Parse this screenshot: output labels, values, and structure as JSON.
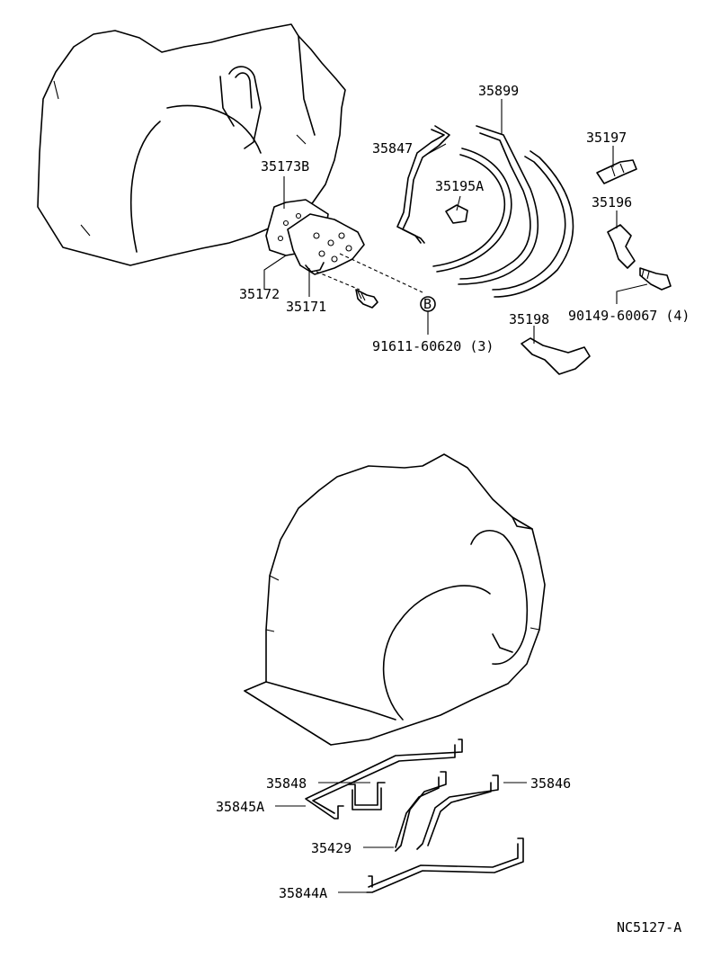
{
  "diagram_code": "NC5127-A",
  "part_labels": {
    "p35899": "35899",
    "p35847": "35847",
    "p35197": "35197",
    "p35173B": "35173B",
    "p35195A": "35195A",
    "p35196": "35196",
    "p35172": "35172",
    "p35171": "35171",
    "p35198": "35198",
    "p90149": "90149-60067 (4)",
    "p91611": "91611-60620 (3)",
    "p35848": "35848",
    "p35846": "35846",
    "p35845A": "35845A",
    "p35429": "35429",
    "p35844A": "35844A"
  },
  "callout_marker": "B"
}
